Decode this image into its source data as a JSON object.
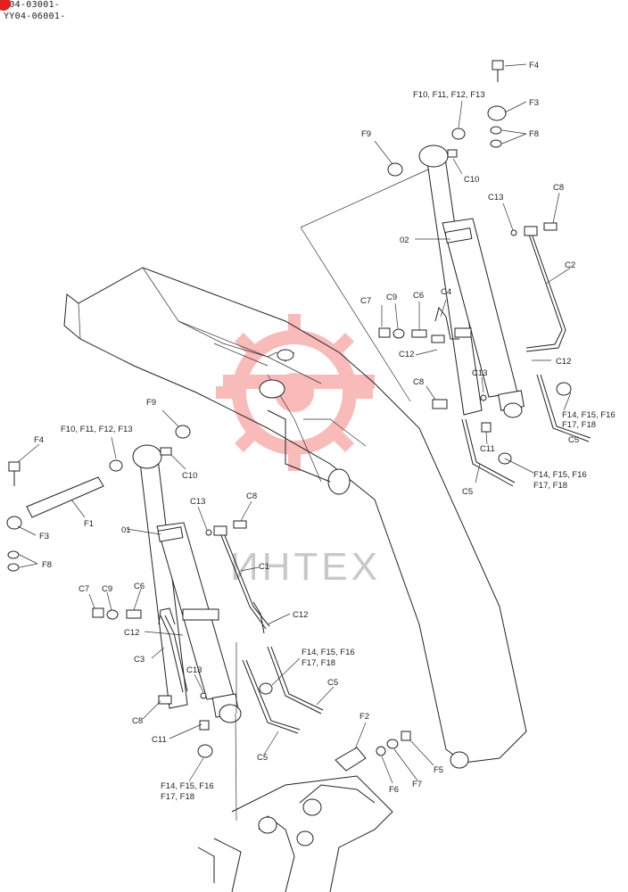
{
  "serials": [
    "H04-03001-",
    "YY04-06001-"
  ],
  "watermark": {
    "text": "ИНТЕХ",
    "color": "#f03c3c"
  },
  "badge": {
    "color": "#e02020"
  },
  "labels": {
    "F4a": "F4",
    "F3a": "F3",
    "F8a": "F8",
    "F9a": "F9",
    "F10a": "F10, F11, F12, F13",
    "C10a": "C10",
    "C8a": "C8",
    "C13a": "C13",
    "O2": "02",
    "C2": "C2",
    "C7a": "C7",
    "C9a": "C9",
    "C6a": "C6",
    "C4": "C4",
    "C12a": "C12",
    "C12b": "C12",
    "C13b": "C13",
    "C8b": "C8",
    "C11a": "C11",
    "F14a": "F14, F15, F16",
    "F17a": "F17, F18",
    "C5a": "C5",
    "F14b": "F14, F15, F16",
    "F17b": "F17, F18",
    "C5b": "C5",
    "F9b": "F9",
    "F10b": "F10, F11, F12, F13",
    "F4b": "F4",
    "C10b": "C10",
    "F1": "F1",
    "F3b": "F3",
    "F8b": "F8",
    "C13c": "C13",
    "C8c": "C8",
    "O1": "01",
    "C1": "C1",
    "C7b": "C7",
    "C9b": "C9",
    "C6b": "C6",
    "C12c": "C12",
    "C12d": "C12",
    "C3": "C3",
    "F14c": "F14, F15, F16",
    "F17c": "F17, F18",
    "C5c": "C5",
    "C13d": "C13",
    "C8d": "C8",
    "C11b": "C11",
    "C5d": "C5",
    "F14d": "F14, F15, F16",
    "F17d": "F17, F18",
    "F2": "F2",
    "F5": "F5",
    "F6": "F6",
    "F7": "F7"
  }
}
